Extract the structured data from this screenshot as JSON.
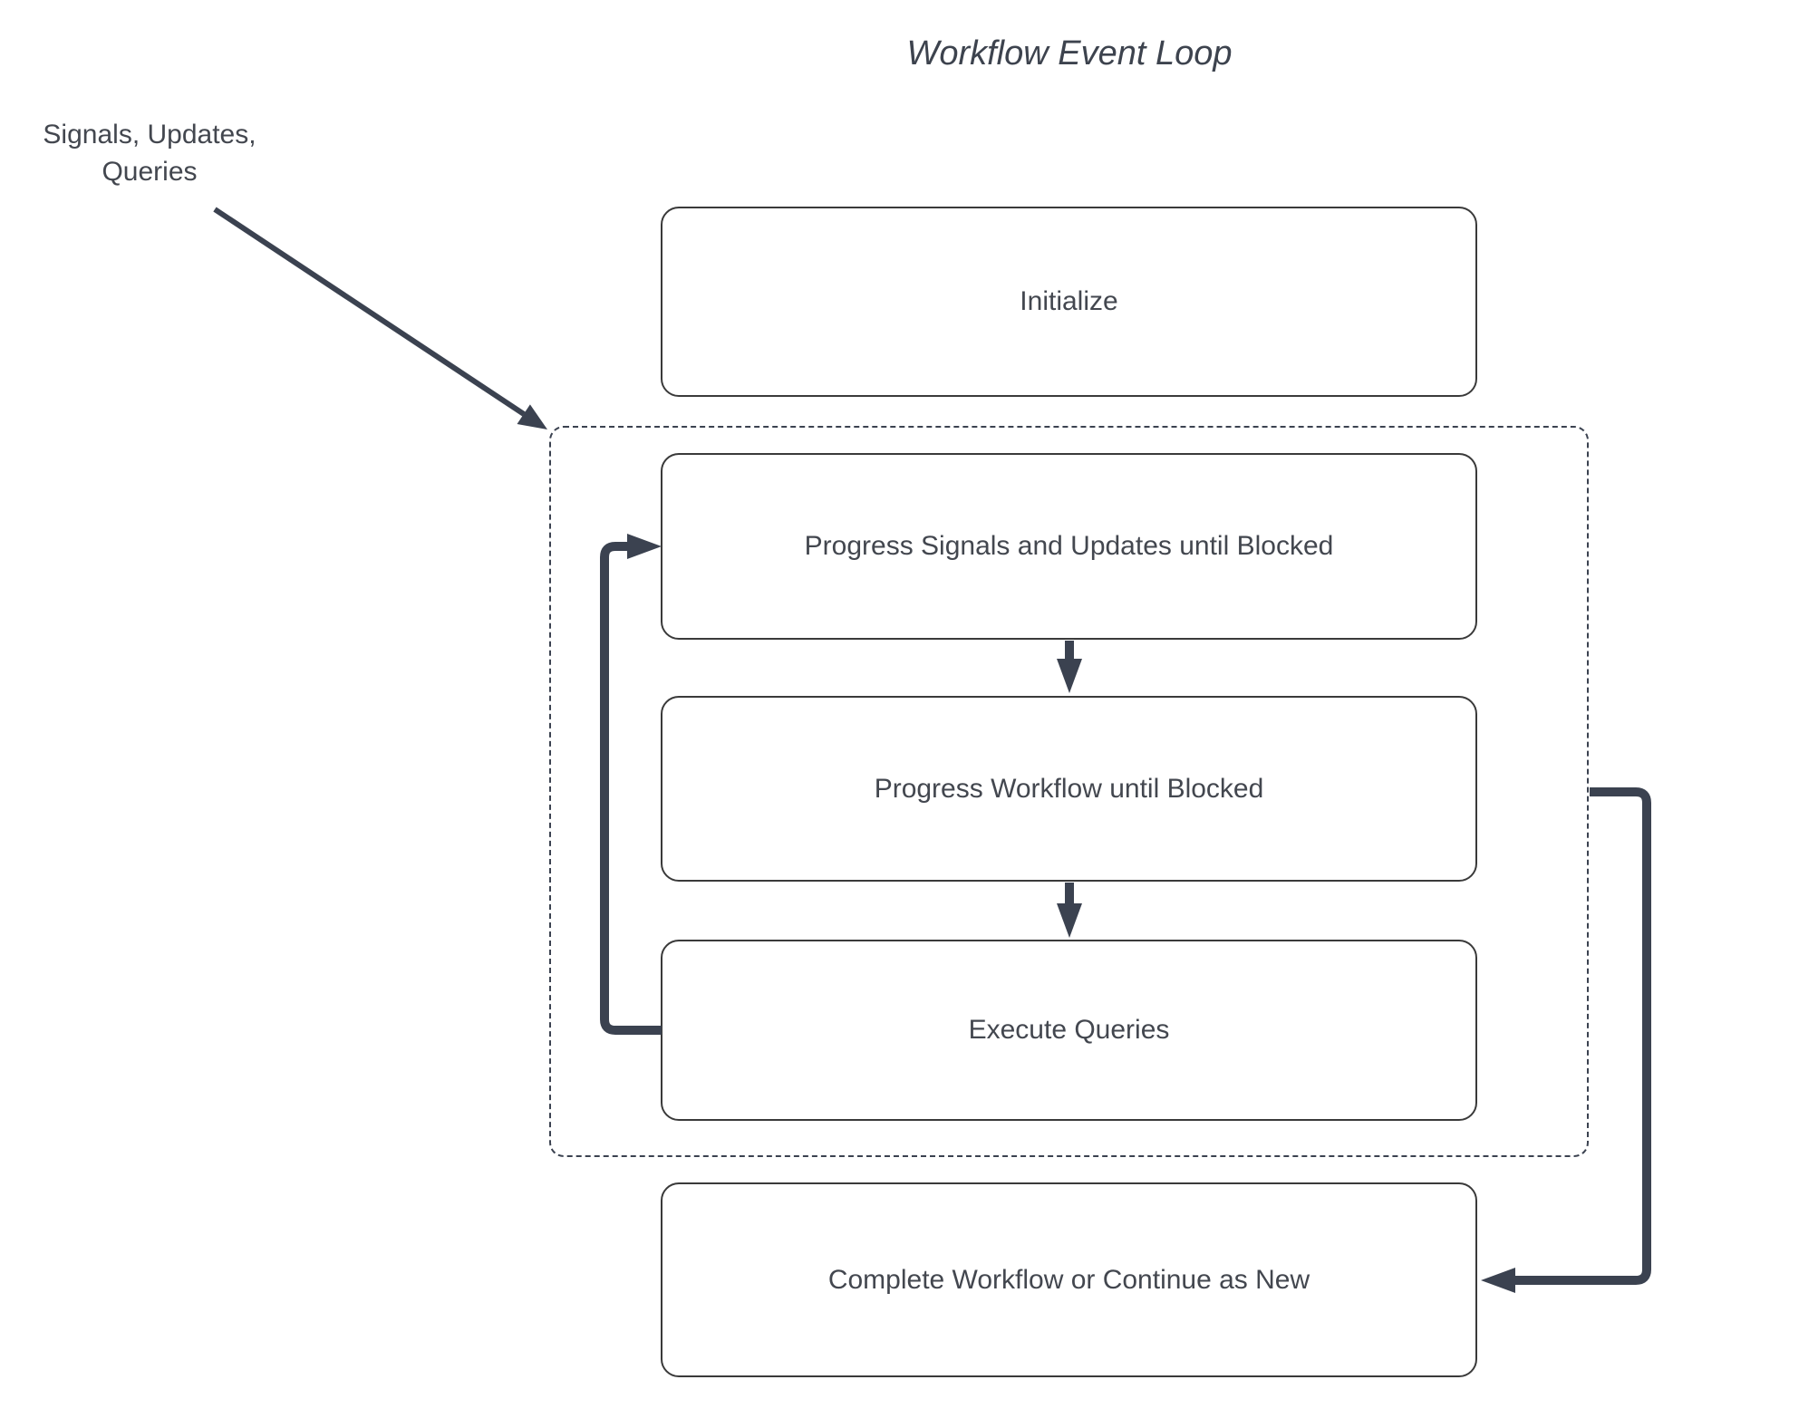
{
  "diagram": {
    "title": "Workflow Event Loop",
    "external_label": {
      "line1": "Signals, Updates,",
      "line2": "Queries"
    },
    "nodes": [
      {
        "id": "initialize",
        "label": "Initialize"
      },
      {
        "id": "progress-signals",
        "label": "Progress Signals and Updates until Blocked"
      },
      {
        "id": "progress-workflow",
        "label": "Progress Workflow until Blocked"
      },
      {
        "id": "execute-queries",
        "label": "Execute Queries"
      },
      {
        "id": "complete",
        "label": "Complete Workflow or Continue as New"
      }
    ],
    "edges": [
      {
        "from": "external-signals-updates-queries",
        "to": "event-loop-container"
      },
      {
        "from": "progress-signals",
        "to": "progress-workflow"
      },
      {
        "from": "progress-workflow",
        "to": "execute-queries"
      },
      {
        "from": "execute-queries",
        "to": "progress-signals"
      },
      {
        "from": "event-loop-container",
        "to": "complete"
      }
    ],
    "colors": {
      "arrow": "#3b4250",
      "box_border": "#3a3a3a",
      "text": "#43474f",
      "background": "#ffffff"
    }
  }
}
